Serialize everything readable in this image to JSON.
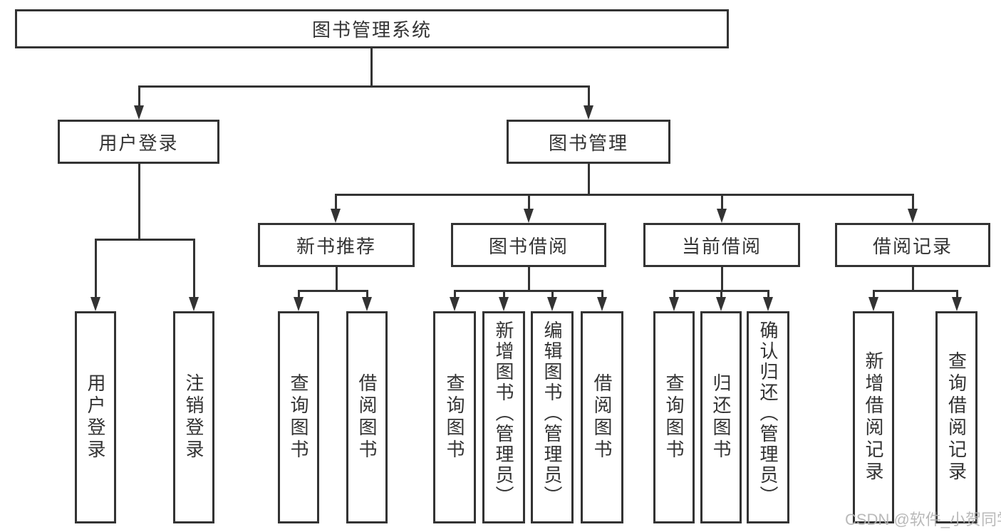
{
  "colors": {
    "line": "#333333",
    "text": "#333333",
    "watermark": "#b4b4b4"
  },
  "root": {
    "label": "图书管理系统"
  },
  "branches": {
    "user_login": {
      "label": "用户登录",
      "children": [
        {
          "label": "用户登录"
        },
        {
          "label": "注销登录"
        }
      ]
    },
    "book_mgmt": {
      "label": "图书管理",
      "children": [
        {
          "label": "新书推荐",
          "children": [
            {
              "label": "查询图书"
            },
            {
              "label": "借阅图书"
            }
          ]
        },
        {
          "label": "图书借阅",
          "children": [
            {
              "label": "查询图书"
            },
            {
              "label": "新增图书（管理员）"
            },
            {
              "label": "编辑图书（管理员）"
            },
            {
              "label": "借阅图书"
            }
          ]
        },
        {
          "label": "当前借阅",
          "children": [
            {
              "label": "查询图书"
            },
            {
              "label": "归还图书"
            },
            {
              "label": "确认归还（管理员）"
            }
          ]
        },
        {
          "label": "借阅记录",
          "children": [
            {
              "label": "新增借阅记录"
            },
            {
              "label": "查询借阅记录"
            }
          ]
        }
      ]
    }
  },
  "watermark": {
    "text": "CSDN @软件_小贺同学"
  }
}
